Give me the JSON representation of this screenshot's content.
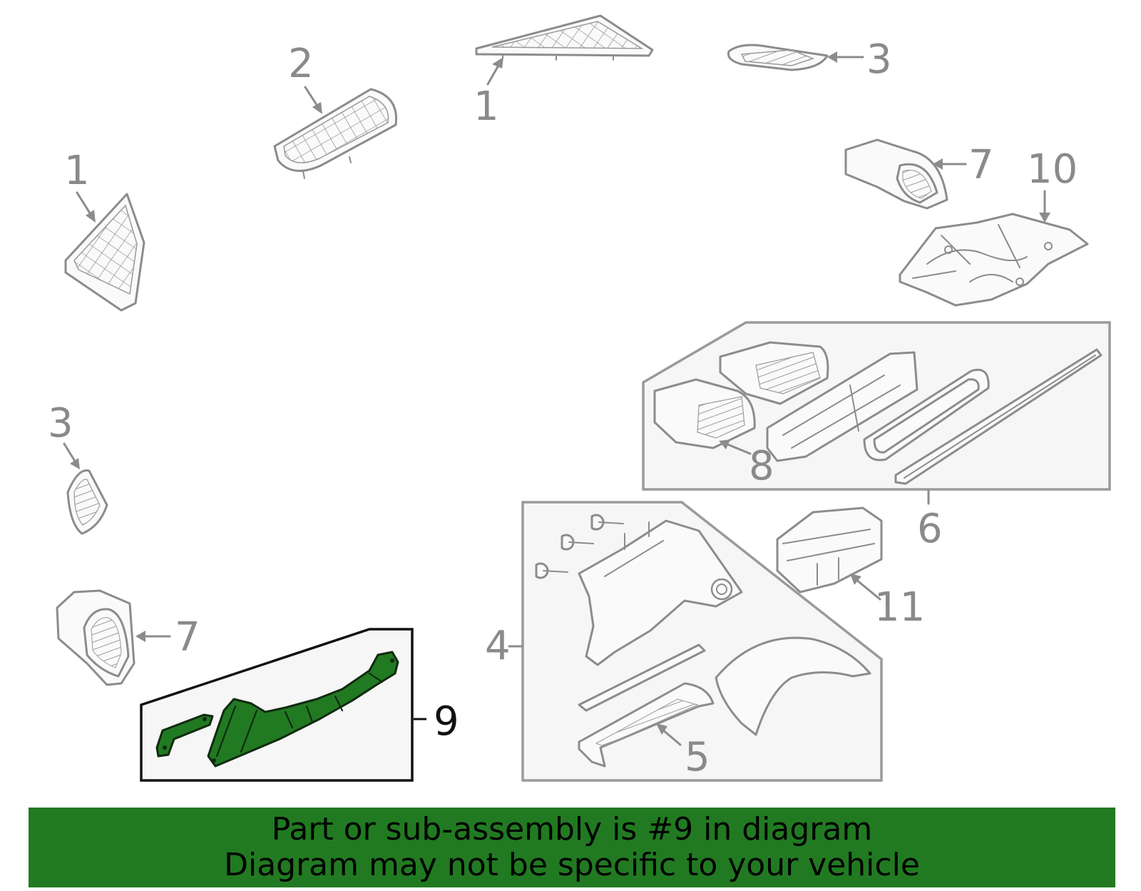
{
  "callouts": {
    "c1_top": "1",
    "c2": "2",
    "c3_top": "3",
    "c1_left": "1",
    "c7_top": "7",
    "c10": "10",
    "c3_left": "3",
    "c8": "8",
    "c6": "6",
    "c7_left": "7",
    "c4": "4",
    "c11": "11",
    "c9": "9",
    "c5": "5"
  },
  "highlighted_part": "9",
  "colors": {
    "highlight": "#217a21",
    "banner": "#217a21",
    "line_art": "#8c8c8c"
  },
  "banner": {
    "line1": "Part or sub-assembly is #9 in diagram",
    "line2": "Diagram may not be specific to your vehicle"
  }
}
